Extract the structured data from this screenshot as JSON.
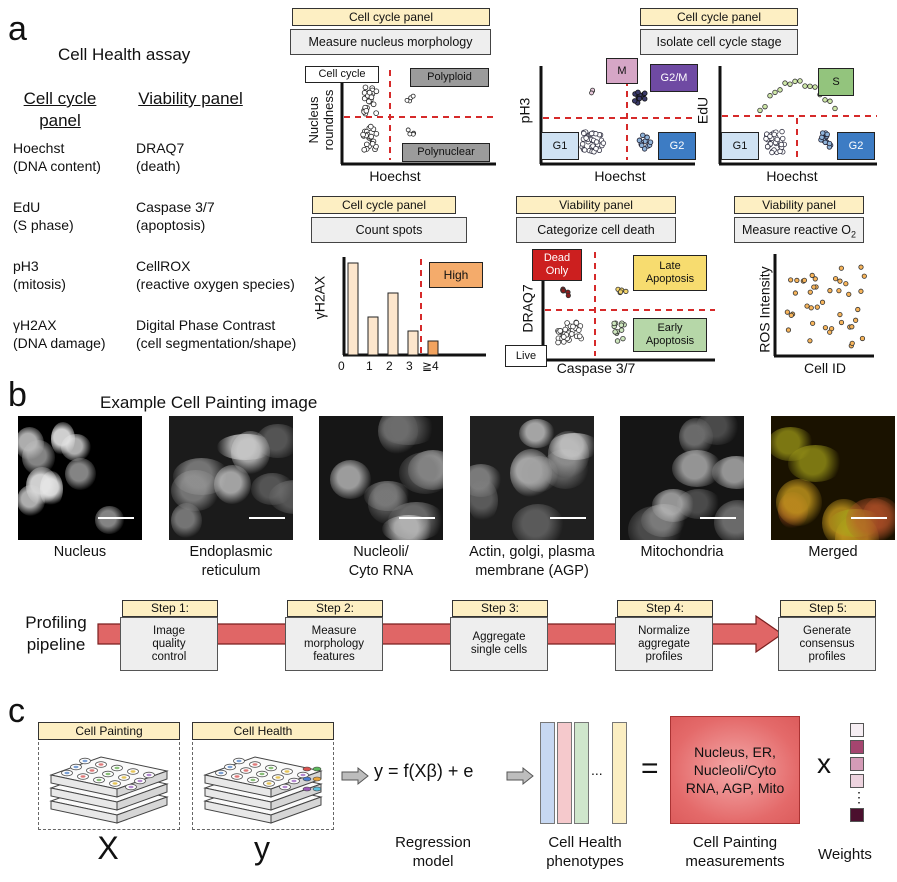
{
  "panel_a": {
    "letter": "a",
    "assay_title": "Cell Health assay",
    "cell_cycle_header": "Cell cycle panel",
    "viability_header": "Viability panel",
    "cell_cycle_items": [
      {
        "name": "Hoechst",
        "desc": "(DNA content)"
      },
      {
        "name": "EdU",
        "desc": "(S phase)"
      },
      {
        "name": "pH3",
        "desc": "(mitosis)"
      },
      {
        "name": "γH2AX",
        "desc": "(DNA damage)"
      }
    ],
    "viability_items": [
      {
        "name": "DRAQ7",
        "desc": "(death)"
      },
      {
        "name": "Caspase 3/7",
        "desc": "(apoptosis)"
      },
      {
        "name": "CellROX",
        "desc": "(reactive oxygen species)"
      },
      {
        "name": "Digital Phase Contrast",
        "desc": "(cell segmentation/shape)"
      }
    ],
    "plots": {
      "morph": {
        "tag": "Cell cycle panel",
        "task": "Measure nucleus morphology",
        "ylabel1": "Nucleus",
        "ylabel2": "roundness",
        "xlabel": "Hoechst",
        "q_tl": "Cell cycle",
        "q_tr": "Polyploid",
        "q_br": "Polynuclear"
      },
      "stage": {
        "tag": "Cell cycle panel",
        "task": "Isolate cell cycle stage",
        "ylabel_a": "pH3",
        "ylabel_b": "EdU",
        "xlabel_a": "Hoechst",
        "xlabel_b": "Hoechst",
        "m": "M",
        "g2m": "G2/M",
        "g1a": "G1",
        "g2a": "G2",
        "s": "S",
        "g1b": "G1",
        "g2b": "G2"
      },
      "spots": {
        "tag": "Cell cycle panel",
        "task": "Count spots",
        "ylabel": "γH2AX",
        "high": "High",
        "ticks": [
          "0",
          "1",
          "2",
          "3",
          "≧4"
        ]
      },
      "death": {
        "tag": "Viability panel",
        "task": "Categorize cell death",
        "ylabel": "DRAQ7",
        "xlabel": "Caspase 3/7",
        "dead": "Dead Only",
        "late": "Late Apoptosis",
        "early": "Early Apoptosis",
        "live": "Live"
      },
      "ros": {
        "tag": "Viability panel",
        "task_main": "Measure reactive O",
        "task_sub": "2",
        "ylabel": "ROS Intensity",
        "xlabel": "Cell ID"
      }
    }
  },
  "panel_b": {
    "letter": "b",
    "title": "Example Cell Painting image",
    "channels": [
      "Nucleus",
      "Endoplasmic reticulum",
      "Nucleoli/ Cyto RNA",
      "Actin, golgi, plasma membrane (AGP)",
      "Mitochondria",
      "Merged"
    ],
    "channel_lines": [
      [
        "Nucleus"
      ],
      [
        "Endoplasmic",
        "reticulum"
      ],
      [
        "Nucleoli/",
        "Cyto RNA"
      ],
      [
        "Actin, golgi, plasma",
        "membrane (AGP)"
      ],
      [
        "Mitochondria"
      ],
      [
        "Merged"
      ]
    ],
    "pipeline_label_1": "Profiling",
    "pipeline_label_2": "pipeline",
    "steps": [
      {
        "tag": "Step 1:",
        "lines": [
          "Image",
          "quality",
          "control"
        ]
      },
      {
        "tag": "Step 2:",
        "lines": [
          "Measure",
          "morphology",
          "features"
        ]
      },
      {
        "tag": "Step 3:",
        "lines": [
          "Aggregate",
          "single cells"
        ]
      },
      {
        "tag": "Step 4:",
        "lines": [
          "Normalize",
          "aggregate",
          "profiles"
        ]
      },
      {
        "tag": "Step 5:",
        "lines": [
          "Generate",
          "consensus",
          "profiles"
        ]
      }
    ]
  },
  "panel_c": {
    "letter": "c",
    "box1_title": "Cell Painting",
    "box2_title": "Cell Health",
    "x_letter": "X",
    "y_letter": "y",
    "equation": "y = f(Xβ) + e",
    "regression_1": "Regression",
    "regression_2": "model",
    "ellipsis": "...",
    "equals": "=",
    "phenotypes_1": "Cell Health",
    "phenotypes_2": "phenotypes",
    "measure_box": [
      "Nucleus, ER,",
      "Nucleoli/Cyto",
      "RNA, AGP, Mito"
    ],
    "measure_1": "Cell Painting",
    "measure_2": "measurements",
    "times": "x",
    "weights": "Weights",
    "weights_dots": "⋮",
    "colors": {
      "weights": [
        "#f6eef3",
        "#a5456f",
        "#d49bb7",
        "#edd3de",
        "#ead2dc",
        "#4b0f2e"
      ],
      "phenotype_cols": [
        "#c7d8f2",
        "#f5c9cc",
        "#cfe6cc",
        "#fbeec2"
      ]
    }
  }
}
